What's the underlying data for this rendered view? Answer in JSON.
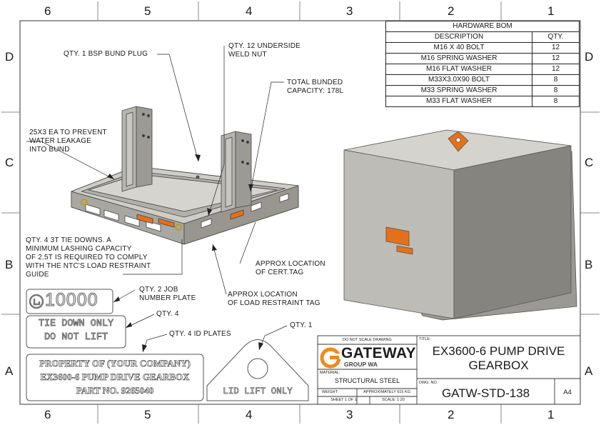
{
  "zones": {
    "columns": [
      "6",
      "5",
      "4",
      "3",
      "2",
      "1"
    ],
    "rows": [
      "D",
      "C",
      "B",
      "A"
    ]
  },
  "callouts": {
    "bund_plug": "QTY. 1 BSP BUND PLUG",
    "weld_nut_1": "QTY. 12 UNDERSIDE",
    "weld_nut_2": "WELD NUT",
    "capacity_1": "TOTAL BUNDED",
    "capacity_2": "CAPACITY: 178L",
    "leak_1": "25X3 EA TO PREVENT",
    "leak_2": "WATER LEAKAGE",
    "leak_3": "INTO BUND",
    "tiedown_1": "QTY. 4 3T TIE DOWNS. A",
    "tiedown_2": "MINIMUM LASHING CAPACITY",
    "tiedown_3": "OF 2.5T IS REQUIRED TO COMPLY",
    "tiedown_4": "WITH THE NTC'S LOAD RESTRAINT",
    "tiedown_5": "GUIDE",
    "cert_1": "APPROX LOCATION",
    "cert_2": "OF CERT.TAG",
    "restraint_1": "APPROX LOCATION",
    "restraint_2": "OF LOAD RESTRAINT TAG",
    "job_plate_1": "QTY. 2 JOB",
    "job_plate_2": "NUMBER PLATE",
    "tiedown_plate": "QTY. 4",
    "id_plates": "QTY. 4 ID PLATES",
    "lid_lift": "QTY. 1"
  },
  "plates": {
    "job_number": "10000",
    "tie_down_1": "TIE DOWN ONLY",
    "tie_down_2": "DO NOT LIFT",
    "id_1": "PROPERTY OF (YOUR COMPANY)",
    "id_2": "EX3600-6 PUMP DRIVE GEARBOX",
    "id_3": "PART NO. 9265040",
    "lid_lift": "LID LIFT ONLY"
  },
  "bom": {
    "title": "HARDWARE BOM",
    "headers": [
      "DESCRIPTION",
      "QTY."
    ],
    "rows": [
      [
        "M16 X 40 BOLT",
        "12"
      ],
      [
        "M16 SPRING WASHER",
        "12"
      ],
      [
        "M16 FLAT WASHER",
        "12"
      ],
      [
        "M33X3.0X90 BOLT",
        "8"
      ],
      [
        "M33 SPRING WASHER",
        "8"
      ],
      [
        "M33 FLAT WASHER",
        "8"
      ]
    ]
  },
  "title_block": {
    "do_not_scale": "DO NOT SCALE DRAWING",
    "company": "GATEWAY",
    "company_sub": "GROUP WA",
    "material_label": "MATERIAL:",
    "material": "STRUCTURAL STEEL",
    "weight_label": "WEIGHT:",
    "weight": "APPROXIMATELY 615 KG",
    "sheet": "SHEET 1 OF 1",
    "scale": "SCALE: 1:20",
    "title_label": "TITLE:",
    "title_1": "EX3600-6 PUMP DRIVE",
    "title_2": "GEARBOX",
    "dwg_label": "DWG. NO.",
    "dwg_no": "GATW-STD-138",
    "size": "A4"
  },
  "colors": {
    "brand_orange": "#f08a1c",
    "tag_orange": "#e4701c",
    "steel_light": "#c9c7c1",
    "steel_dark": "#807e79"
  }
}
